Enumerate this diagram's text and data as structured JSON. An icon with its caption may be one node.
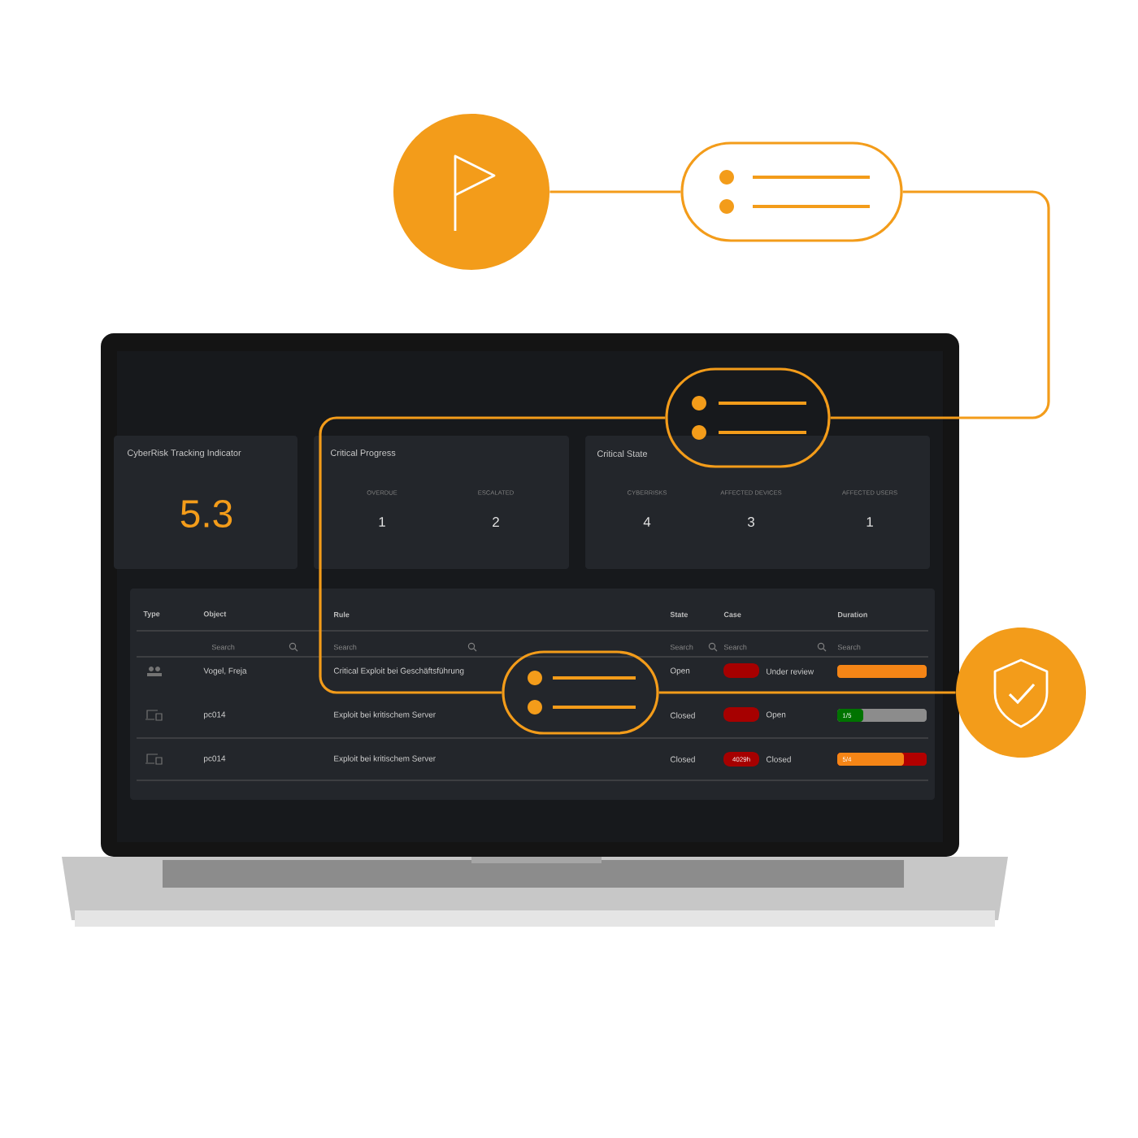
{
  "diagram": {
    "nodes": [
      {
        "text": [],
        "shape": "circle"
      },
      {
        "text": [],
        "shape": "box"
      },
      {
        "text": [],
        "shape": "box"
      },
      {
        "text": [],
        "shape": "box"
      },
      {
        "text": [],
        "shape": "circle"
      }
    ],
    "edges": [
      {
        "from": 0,
        "to": 1,
        "arrow": "none"
      },
      {
        "from": 1,
        "to": 2,
        "arrow": "none"
      },
      {
        "from": 2,
        "to": 3,
        "arrow": "none"
      },
      {
        "from": 3,
        "to": 4,
        "arrow": "none"
      }
    ],
    "labels": [
      "CyberRisk Tracking Indicator",
      "5.3",
      "Critical Progress",
      "OVERDUE",
      "ESCALATED",
      "1",
      "2",
      "Critical State",
      "CYBERRISKS",
      "AFFECTED DEVICES",
      "AFFECTED USERS",
      "4",
      "3",
      "1",
      "Type",
      "Object",
      "Rule",
      "State",
      "Case",
      "Duration",
      "Search",
      "Search",
      "Search",
      "Search",
      "Search",
      "Vogel, Freja",
      "Critical Exploit bei Geschäftsführung",
      "Open",
      "Under review",
      "pc014",
      "Exploit bei kritischem Server",
      "Closed",
      "Open",
      "1/5",
      "pc014",
      "Exploit bei kritischem Server",
      "Closed",
      "4029h",
      "Closed",
      "5/4"
    ]
  }
}
